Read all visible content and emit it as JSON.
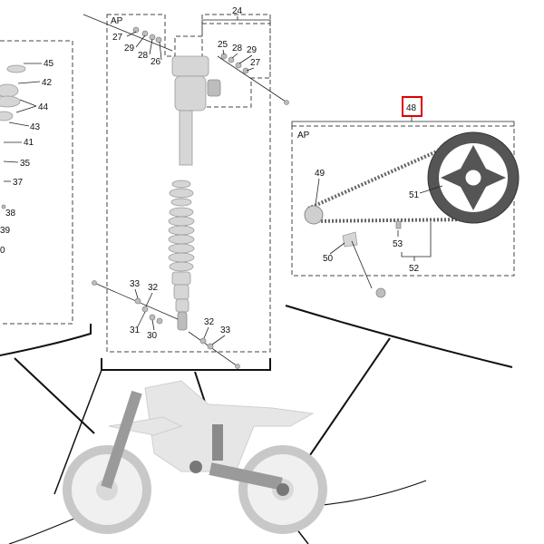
{
  "labels": {
    "l45": "45",
    "l42": "42",
    "l44": "44",
    "l43": "43",
    "l41": "41",
    "l35": "35",
    "l37": "37",
    "l38": "38",
    "l39": "39",
    "l0": "0",
    "ap_left": "AP",
    "l27a": "27",
    "l29a": "29",
    "l28a": "28",
    "l26": "26",
    "l24": "24",
    "l25": "25",
    "l28b": "28",
    "l29b": "29",
    "l27b": "27",
    "l33a": "33",
    "l32a": "32",
    "l31": "31",
    "l30": "30",
    "l32b": "32",
    "l33b": "33",
    "ap_right": "AP",
    "l48": "48",
    "l49": "49",
    "l51": "51",
    "l53": "53",
    "l50": "50",
    "l52": "52"
  },
  "highlight": {
    "target": "48",
    "color": "#e00000"
  }
}
